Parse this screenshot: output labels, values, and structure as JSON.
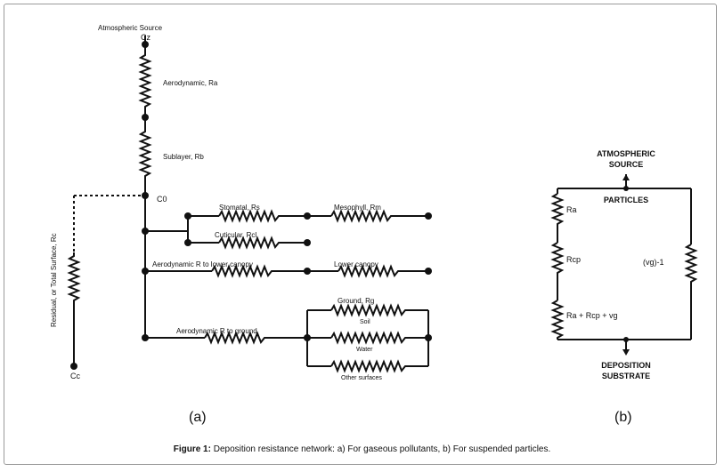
{
  "panel_a": {
    "source_label": "Atmospheric Source",
    "source_node": "Cz",
    "aerodynamic": "Aerodynamic, Ra",
    "sublayer": "Sublayer, Rb",
    "c0": "C0",
    "stomatal": "Stomatal, Rs",
    "mesophyll": "Mesophyll, Rm",
    "cuticular": "Cuticular, Rcl",
    "aero_lower": "Aerodynamic R to lower canopy",
    "lower_canopy": "Lower canopy",
    "aero_ground": "Aerodynamic R to ground",
    "ground": "Ground, Rg",
    "soil": "Soil",
    "water": "Water",
    "other": "Other surfaces",
    "residual": "Residual, or Total Surface, Rc",
    "cc": "Cc",
    "panel_label": "(a)"
  },
  "panel_b": {
    "top1": "ATMOSPHERIC",
    "top2": "SOURCE",
    "particles": "PARTICLES",
    "ra": "Ra",
    "rcp": "Rcp",
    "vg_inv": "(vg)-1",
    "combo": "Ra + Rcp + vg",
    "bottom1": "DEPOSITION",
    "bottom2": "SUBSTRATE",
    "panel_label": "(b)"
  },
  "caption": {
    "label": "Figure 1:",
    "text": "Deposition resistance network: a) For gaseous pollutants, b) For suspended particles."
  }
}
